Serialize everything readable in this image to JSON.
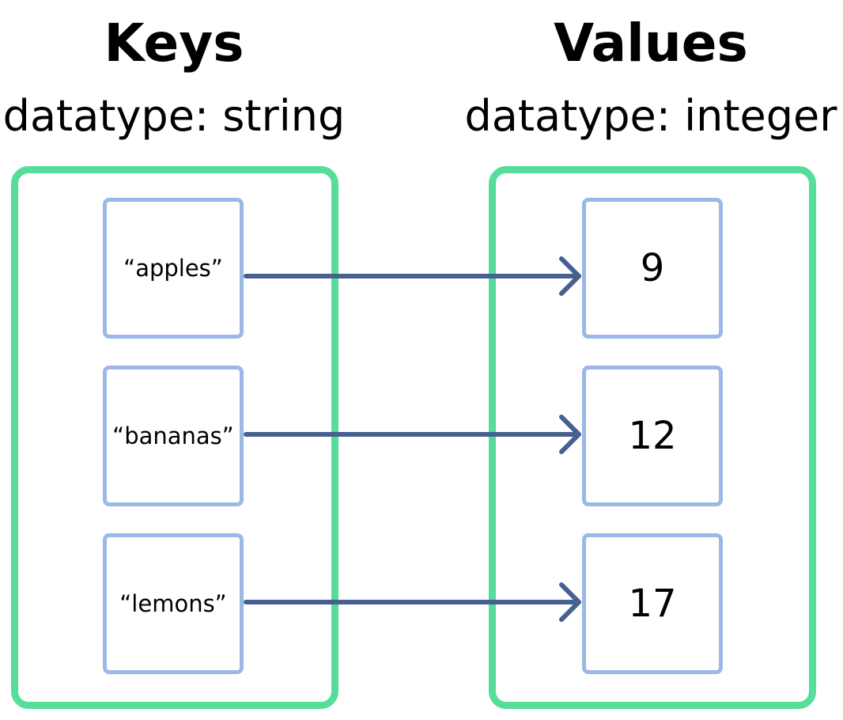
{
  "keys": {
    "title": "Keys",
    "datatype": "datatype: string",
    "items": [
      "“apples”",
      "“bananas”",
      "“lemons”"
    ]
  },
  "values": {
    "title": "Values",
    "datatype": "datatype: integer",
    "items": [
      "9",
      "12",
      "17"
    ]
  },
  "colors": {
    "container_border": "#55dd99",
    "cell_border": "#9bb8e6",
    "arrow": "#46608f"
  }
}
